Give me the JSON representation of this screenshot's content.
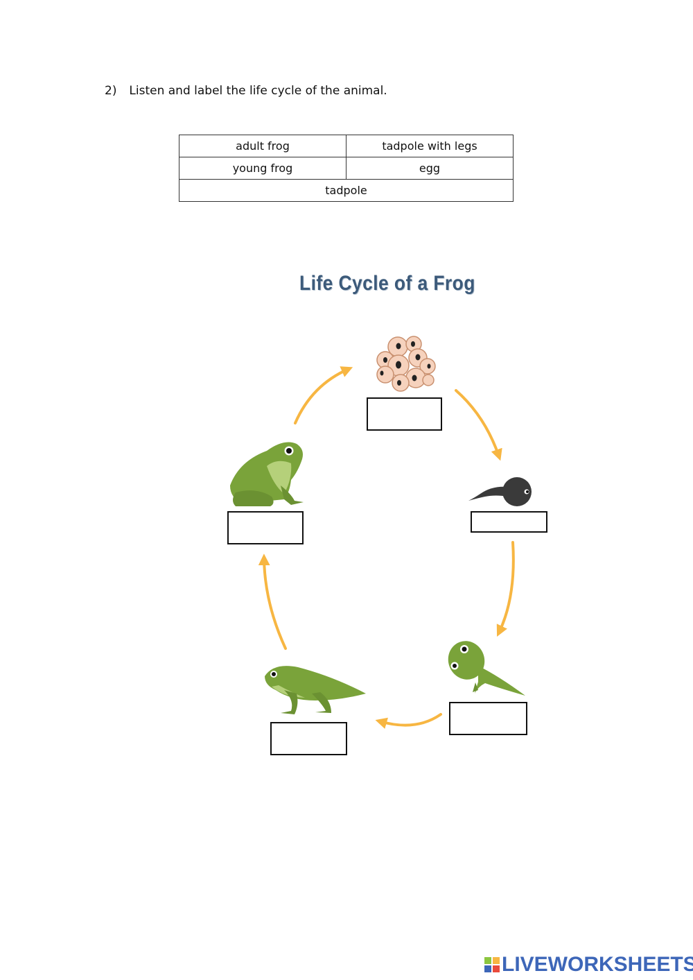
{
  "question": {
    "number": "2)",
    "text": "Listen and label the life cycle of the animal."
  },
  "word_bank": {
    "row1": [
      "adult frog",
      "tadpole with legs"
    ],
    "row2": [
      "young frog",
      "egg"
    ],
    "row3": "tadpole"
  },
  "diagram": {
    "title": "Life Cycle of a Frog",
    "arrow_color": "#f7b642",
    "frog_green": "#7aa33a",
    "stages_icons": [
      "frog-eggs-icon",
      "tadpole-icon",
      "tadpole-with-legs-icon",
      "young-frog-icon",
      "adult-frog-icon"
    ]
  },
  "brand": {
    "name": "LIVEWORKSHEETS",
    "colors": [
      "#3d66b8",
      "#8cc63f",
      "#f7b642",
      "#e94b3c"
    ]
  }
}
